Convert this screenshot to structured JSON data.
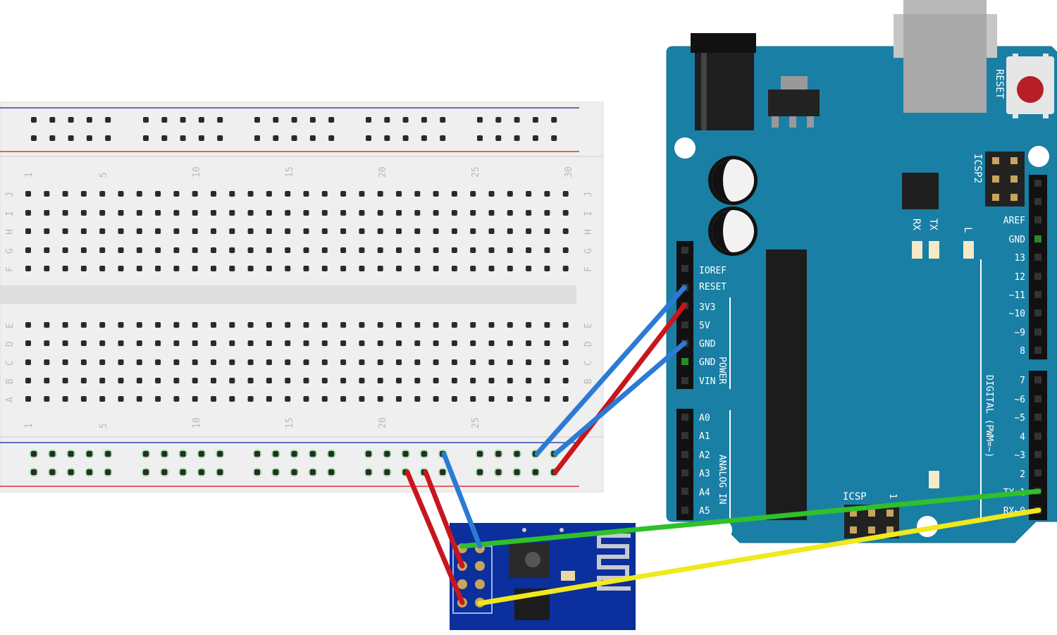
{
  "breadboard": {
    "column_numbers": [
      "1",
      "5",
      "10",
      "15",
      "20",
      "25",
      "30"
    ],
    "row_letters_top": [
      "J",
      "I",
      "H",
      "G",
      "F"
    ],
    "row_letters_bottom": [
      "E",
      "D",
      "C",
      "B",
      "A"
    ]
  },
  "arduino": {
    "reset_label": "RESET",
    "icsp2_label": "ICSP2",
    "icsp_label": "ICSP",
    "icsp_pin1": "1",
    "led_labels": [
      "TX",
      "RX",
      "L"
    ],
    "power_header_label": "POWER",
    "analog_header_label": "ANALOG IN",
    "digital_header_label": "DIGITAL (PWM=~)",
    "power_pins": [
      "IOREF",
      "RESET",
      "3V3",
      "5V",
      "GND",
      "GND",
      "VIN"
    ],
    "analog_pins": [
      "A0",
      "A1",
      "A2",
      "A3",
      "A4",
      "A5"
    ],
    "digital_pins_top": [
      "AREF",
      "GND",
      "13",
      "12",
      "~11",
      "~10",
      "~9",
      "8"
    ],
    "digital_pins_bottom": [
      "7",
      "~6",
      "~5",
      "4",
      "~3",
      "2",
      "TX→1",
      "RX←0"
    ]
  },
  "wires": [
    {
      "name": "wire-3v3-red",
      "color": "#c8161d"
    },
    {
      "name": "wire-gnd-blue",
      "color": "#2b7bd6"
    },
    {
      "name": "wire-reset-blue",
      "color": "#2b7bd6"
    },
    {
      "name": "wire-tx-green",
      "color": "#2fc02a"
    },
    {
      "name": "wire-rx-yellow",
      "color": "#f1e81e"
    },
    {
      "name": "wire-vcc-red",
      "color": "#c8161d"
    },
    {
      "name": "wire-chpd-red",
      "color": "#c8161d"
    },
    {
      "name": "wire-esp-gnd-blue",
      "color": "#2b7bd6"
    }
  ],
  "colors": {
    "breadboard": "#efefef",
    "arduino_board": "#1a7fa4",
    "esp_board": "#0b2f9c",
    "rail_red": "#d33",
    "rail_blue": "#3344aa"
  }
}
